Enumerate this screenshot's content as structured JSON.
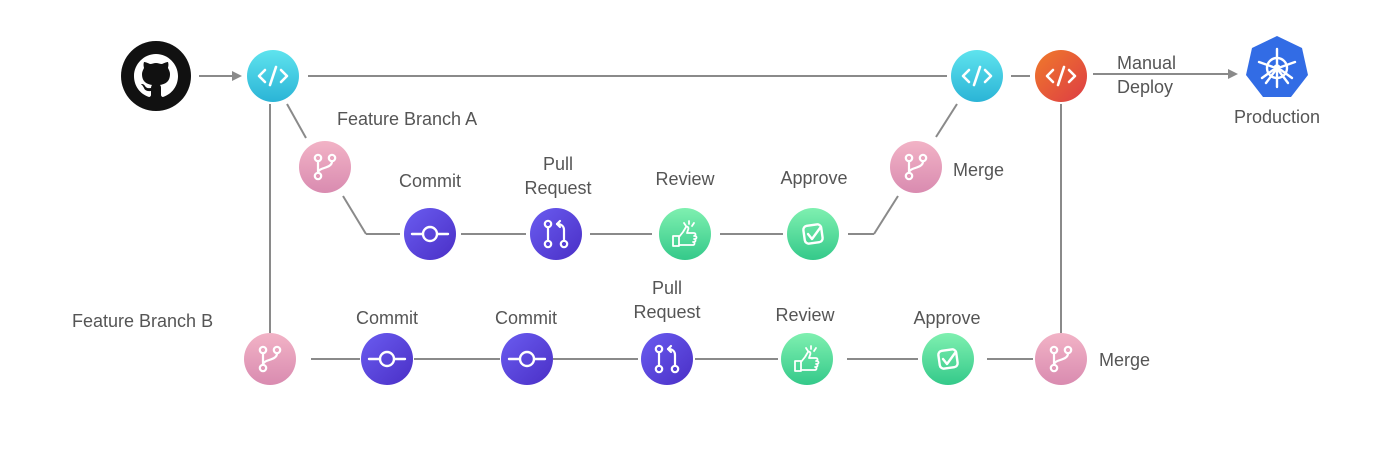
{
  "labels": {
    "feature_branch_a": "Feature Branch A",
    "feature_branch_b": "Feature Branch B",
    "manual_deploy_line1": "Manual",
    "manual_deploy_line2": "Deploy",
    "production": "Production",
    "branch_a": {
      "commit": "Commit",
      "pull_request_line1": "Pull",
      "pull_request_line2": "Request",
      "review": "Review",
      "approve": "Approve",
      "merge": "Merge"
    },
    "branch_b": {
      "commit_1": "Commit",
      "commit_2": "Commit",
      "pull_request_line1": "Pull",
      "pull_request_line2": "Request",
      "review": "Review",
      "approve": "Approve",
      "merge": "Merge"
    }
  },
  "icons": {
    "source": "github-icon",
    "code_start": "code-icon",
    "code_end": "code-icon",
    "code_deploy": "code-icon",
    "production": "kubernetes-icon",
    "branch": "git-branch-icon",
    "commit": "git-commit-icon",
    "pull_request": "pull-request-icon",
    "review": "review-icon",
    "approve": "checkmark-icon"
  },
  "colors": {
    "line": "#8a8a8a",
    "code_cyan_top": "#5fe3ee",
    "code_cyan_bottom": "#2bb4d6",
    "deploy_orange_top": "#f07a2a",
    "deploy_orange_bottom": "#dd3c45",
    "branch_pink_top": "#f2b3c6",
    "branch_pink_bottom": "#d98bb0",
    "commit_purple_top": "#6a5cf0",
    "commit_purple_bottom": "#4a2fc6",
    "review_green_top": "#7ff0b0",
    "review_green_bottom": "#34c98a",
    "kubernetes_blue": "#326ce5",
    "text": "#555555"
  }
}
